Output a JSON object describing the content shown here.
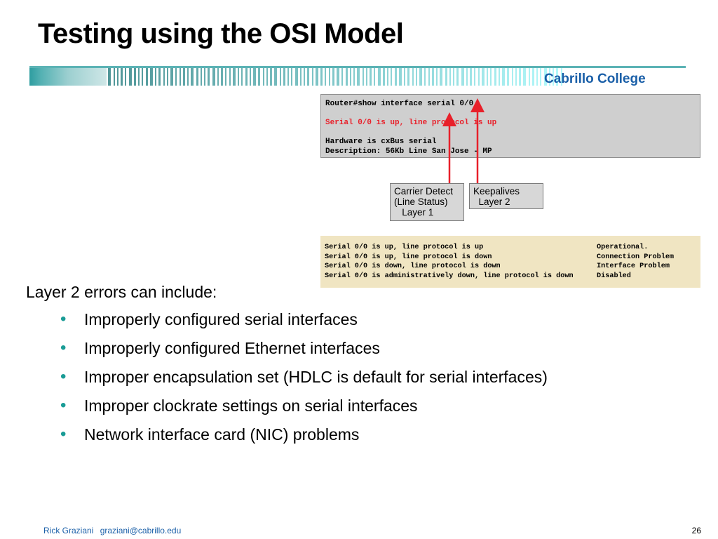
{
  "slide": {
    "title": "Testing using the OSI Model",
    "brand": "Cabrillo College",
    "accent_color": "#1a5fa8",
    "bullet_color": "#1a9c96"
  },
  "cli_output": {
    "lines": [
      {
        "text": "Router#show interface serial 0/0",
        "highlight": false
      },
      {
        "text": "Serial 0/0 is up, line protocol is up",
        "highlight": true
      },
      {
        "text": "Hardware is cxBus serial",
        "highlight": false
      },
      {
        "text": "Description: 56Kb Line San Jose - MP",
        "highlight": false
      }
    ],
    "highlight_color": "#e8202a"
  },
  "labels": {
    "carrier_detect": [
      "Carrier Detect",
      "(Line Status)",
      "   Layer 1"
    ],
    "keepalives": [
      "Keepalives",
      "  Layer 2"
    ]
  },
  "status_table": [
    {
      "status": "Serial 0/0 is up, line protocol is up",
      "meaning": "Operational."
    },
    {
      "status": "Serial 0/0 is up, line protocol is down",
      "meaning": "Connection Problem"
    },
    {
      "status": "Serial 0/0 is down, line protocol is down",
      "meaning": "Interface Problem"
    },
    {
      "status": "Serial 0/0 is administratively down, line protocol is down",
      "meaning": "Disabled"
    }
  ],
  "content": {
    "intro": "Layer 2 errors can include:",
    "bullets": [
      "Improperly configured serial interfaces",
      "Improperly configured Ethernet interfaces",
      "Improper encapsulation set (HDLC is default for serial interfaces)",
      "Improper clockrate settings on serial interfaces",
      "Network interface card (NIC) problems"
    ]
  },
  "footer": {
    "author": "Rick Graziani",
    "email": "graziani@cabrillo.edu",
    "page_number": "26"
  }
}
